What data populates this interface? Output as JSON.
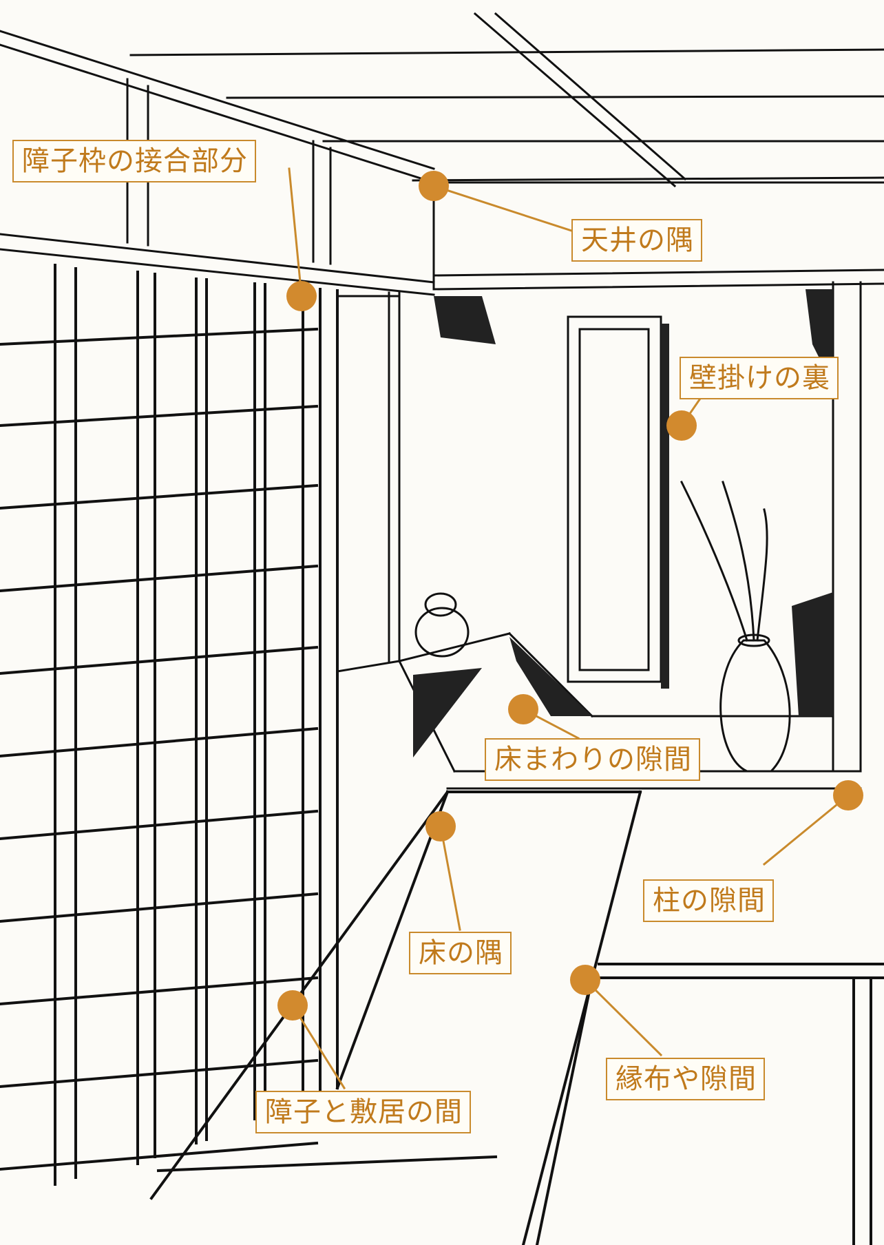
{
  "labels": {
    "shoji_frame_joint": "障子枠の接合部分",
    "ceiling_corner": "天井の隅",
    "behind_wall_hanging": "壁掛けの裏",
    "gap_around_floor": "床まわりの隙間",
    "pillar_gap": "柱の隙間",
    "floor_corner": "床の隅",
    "border_cloth_gap": "縁布や隙間",
    "shoji_sill_gap": "障子と敷居の間"
  },
  "colors": {
    "accent": "#c98a2c",
    "marker": "#d28a2e",
    "label_text": "#c07a1c",
    "ink": "#111111",
    "paper": "#fcfbf7"
  }
}
